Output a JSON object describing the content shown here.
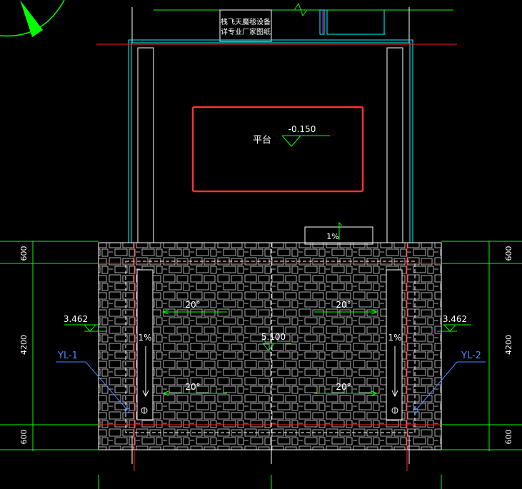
{
  "colors": {
    "background": "#000000",
    "cyan": "#00ffff",
    "white": "#ffffff",
    "green": "#00ff00",
    "red": "#ff2020",
    "highlight_red": "#ff3333",
    "blue": "#4a8cff",
    "magenta": "#ff00ff",
    "roof_pattern": "#d9d9d9"
  },
  "note": {
    "line1": "栈飞天魔毯设备",
    "line2": "详专业厂家图纸"
  },
  "platform": {
    "label": "平台",
    "elevation": "-0.150"
  },
  "slope_box": {
    "text": "1%"
  },
  "roof": {
    "angles": [
      "20°",
      "20°",
      "20°",
      "20°"
    ],
    "center_elevation": "5.100",
    "left_slope": "1%",
    "right_slope": "1%"
  },
  "levels": {
    "left": "3.462",
    "right": "3.462"
  },
  "pipes": {
    "left": "YL-1",
    "right": "YL-2"
  },
  "dimensions": {
    "top": "600",
    "middle": "4200",
    "bottom": "600"
  },
  "icons": {
    "break_symbol": "break-line-icon",
    "compass": "north-arrow-icon"
  }
}
